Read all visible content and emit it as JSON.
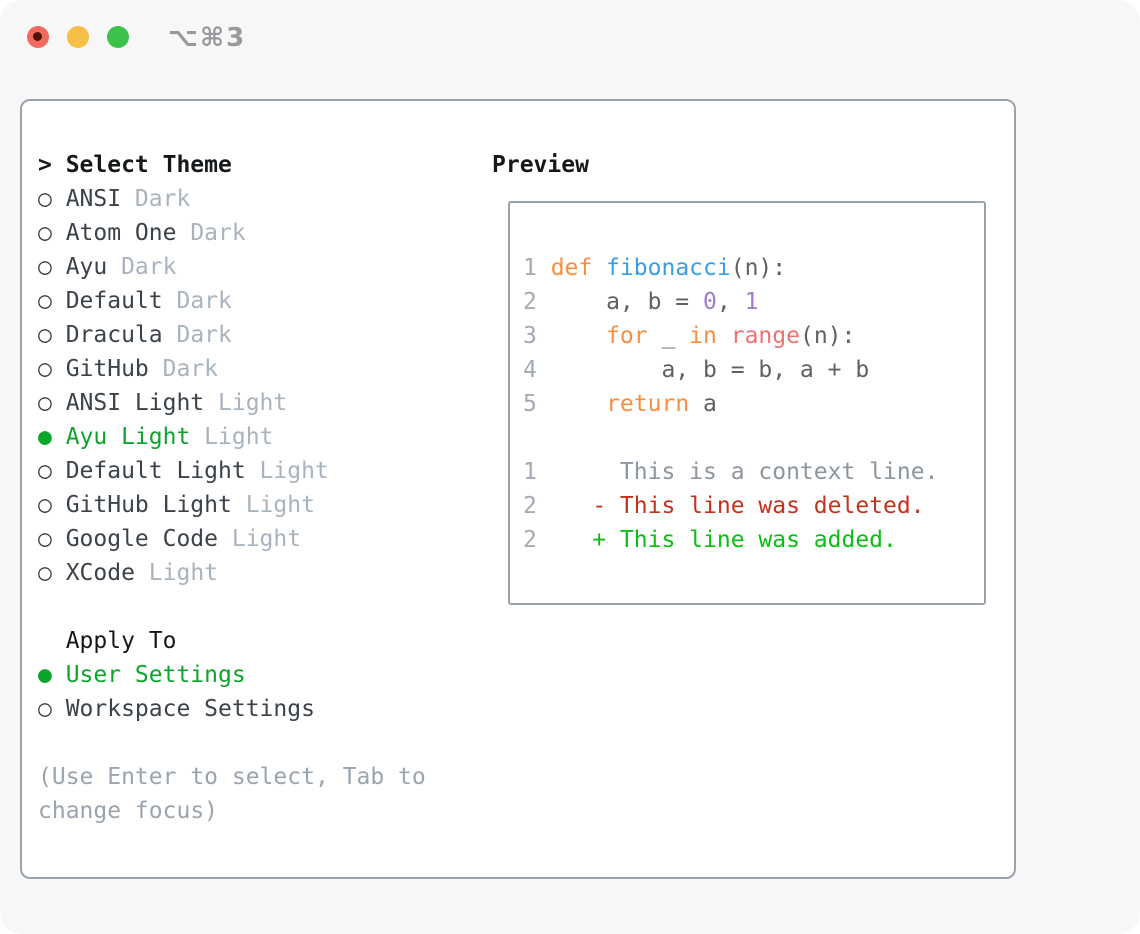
{
  "window": {
    "shortcut_label": "⌥⌘3",
    "traffic_lights": [
      "close",
      "minimize",
      "zoom"
    ]
  },
  "icons": {
    "prompt": ">",
    "radio_unselected": "○",
    "radio_selected": "●"
  },
  "theme_picker": {
    "title": "Select Theme",
    "items": [
      {
        "name": "ANSI",
        "tag": "Dark",
        "selected": false
      },
      {
        "name": "Atom One",
        "tag": "Dark",
        "selected": false
      },
      {
        "name": "Ayu",
        "tag": "Dark",
        "selected": false
      },
      {
        "name": "Default",
        "tag": "Dark",
        "selected": false
      },
      {
        "name": "Dracula",
        "tag": "Dark",
        "selected": false
      },
      {
        "name": "GitHub",
        "tag": "Dark",
        "selected": false
      },
      {
        "name": "ANSI Light",
        "tag": "Light",
        "selected": false
      },
      {
        "name": "Ayu Light",
        "tag": "Light",
        "selected": true
      },
      {
        "name": "Default Light",
        "tag": "Light",
        "selected": false
      },
      {
        "name": "GitHub Light",
        "tag": "Light",
        "selected": false
      },
      {
        "name": "Google Code",
        "tag": "Light",
        "selected": false
      },
      {
        "name": "XCode",
        "tag": "Light",
        "selected": false
      }
    ]
  },
  "apply_to": {
    "title": "Apply To",
    "options": [
      {
        "name": "User Settings",
        "selected": true
      },
      {
        "name": "Workspace Settings",
        "selected": false
      }
    ]
  },
  "help_text": "(Use Enter to select, Tab to change focus)",
  "preview": {
    "title": "Preview",
    "code_lines": [
      {
        "num": "1",
        "segments": [
          {
            "c": "kw",
            "t": "def"
          },
          {
            "c": "fg",
            "t": " "
          },
          {
            "c": "fn",
            "t": "fibonacci"
          },
          {
            "c": "fg",
            "t": "(n):"
          }
        ]
      },
      {
        "num": "2",
        "segments": [
          {
            "c": "fg",
            "t": "    a, b = "
          },
          {
            "c": "const",
            "t": "0"
          },
          {
            "c": "fg",
            "t": ", "
          },
          {
            "c": "const",
            "t": "1"
          }
        ]
      },
      {
        "num": "3",
        "segments": [
          {
            "c": "fg",
            "t": "    "
          },
          {
            "c": "kw",
            "t": "for"
          },
          {
            "c": "fg",
            "t": " _ "
          },
          {
            "c": "kw",
            "t": "in"
          },
          {
            "c": "fg",
            "t": " "
          },
          {
            "c": "call",
            "t": "range"
          },
          {
            "c": "fg",
            "t": "(n):"
          }
        ]
      },
      {
        "num": "4",
        "segments": [
          {
            "c": "fg",
            "t": "        a, b = b, a + b"
          }
        ]
      },
      {
        "num": "5",
        "segments": [
          {
            "c": "fg",
            "t": "    "
          },
          {
            "c": "kw",
            "t": "return"
          },
          {
            "c": "fg",
            "t": " a"
          }
        ]
      }
    ],
    "diff_lines": [
      {
        "num": "1",
        "type": "context",
        "text": "     This is a context line."
      },
      {
        "num": "2",
        "type": "deleted",
        "text": "   - This line was deleted."
      },
      {
        "num": "2",
        "type": "added",
        "text": "   + This line was added."
      }
    ]
  },
  "colors": {
    "selected_green": "#0aa62c",
    "diff_added": "#0abf12",
    "diff_deleted": "#c4321c",
    "diff_context": "#8d959e",
    "syntax_keyword": "#fa8d3e",
    "syntax_function": "#399ee6",
    "syntax_constant": "#a37acc",
    "syntax_call": "#f07171",
    "code_text": "#5c6166",
    "line_number": "#a2aab3",
    "muted_text": "#a9b3bd",
    "panel_border": "#99a2ac",
    "traffic_red": "#f16a5d",
    "traffic_yellow": "#f7bf45",
    "traffic_green": "#3bc24a"
  }
}
